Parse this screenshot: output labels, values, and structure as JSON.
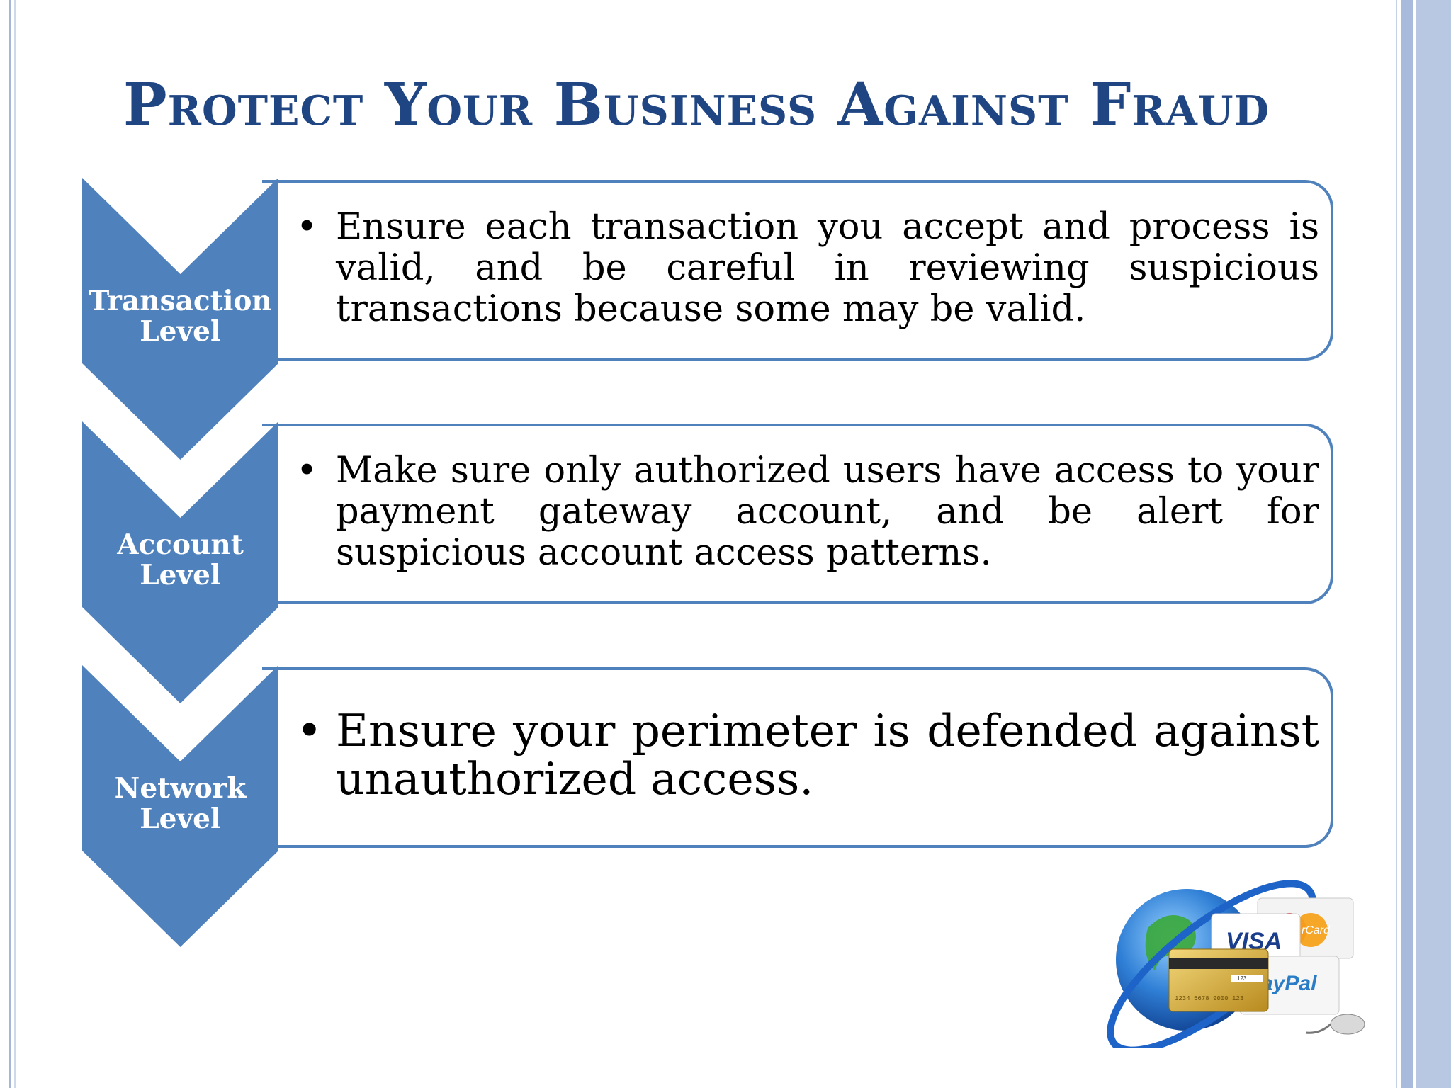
{
  "slide": {
    "title": "Protect Your Business Against Fraud",
    "levels": [
      {
        "label_line1": "Transaction",
        "label_line2": "Level",
        "bullet": "•",
        "text": "Ensure each transaction you accept and process is valid, and be careful in reviewing suspicious transactions because some may be valid."
      },
      {
        "label_line1": "Account",
        "label_line2": "Level",
        "bullet": "•",
        "text": "Make sure only authorized users have access to your payment gateway account, and be alert for suspicious account access patterns."
      },
      {
        "label_line1": "Network",
        "label_line2": "Level",
        "bullet": "•",
        "text": "Ensure your perimeter is defended against unauthorized access."
      }
    ],
    "image": {
      "card_visa": "VISA",
      "card_master": "rCard",
      "card_paypal": "ayPal",
      "card_number": "1234 5678 9000 123",
      "card_cvv": "123"
    }
  },
  "colors": {
    "accent": "#4f81bd",
    "title": "#1f4582"
  }
}
